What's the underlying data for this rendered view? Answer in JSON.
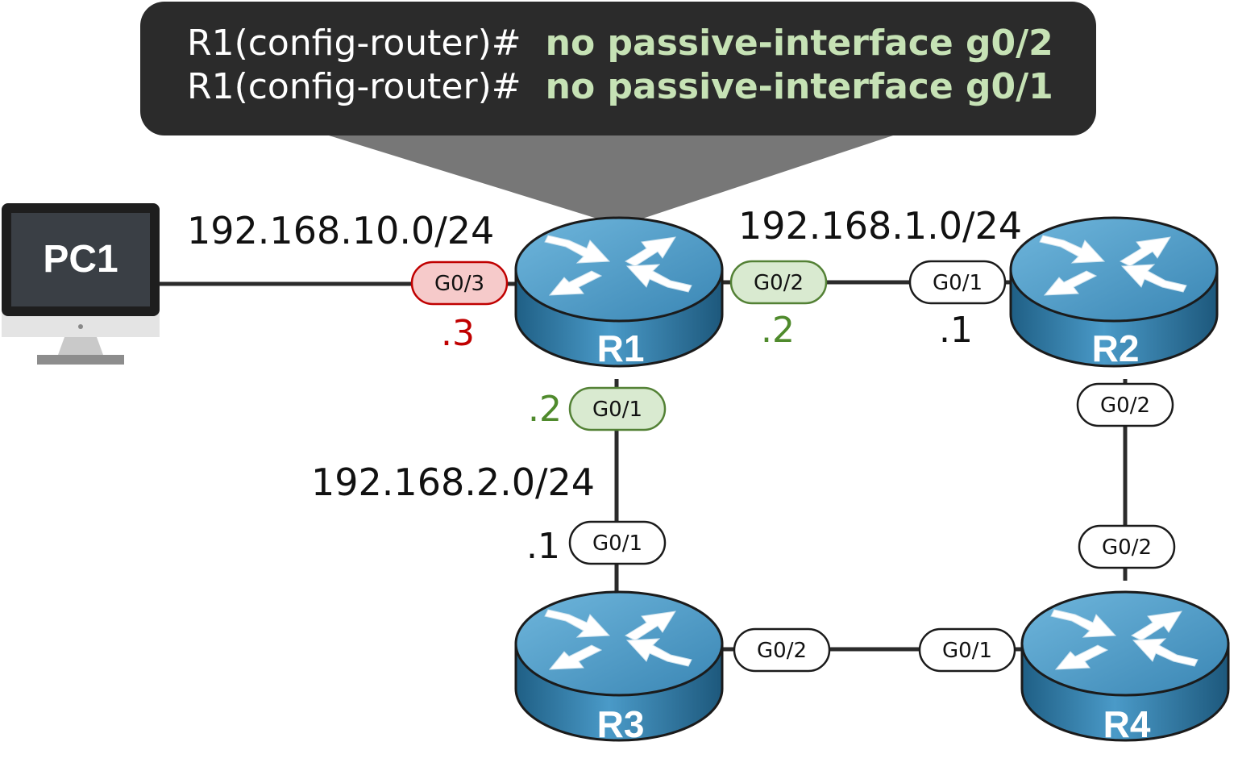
{
  "command_box": {
    "line1_prefix": "R1(config-router)#",
    "line1_command": "no passive-interface g0/2",
    "line2_prefix": "R1(config-router)#",
    "line2_command": "no passive-interface g0/1"
  },
  "pc": {
    "label": "PC1"
  },
  "routers": {
    "r1": "R1",
    "r2": "R2",
    "r3": "R3",
    "r4": "R4"
  },
  "networks": {
    "pc_r1": "192.168.10.0/24",
    "r1_r2": "192.168.1.0/24",
    "r1_r3": "192.168.2.0/24"
  },
  "interfaces": {
    "r1_g03": "G0/3",
    "r1_g02": "G0/2",
    "r1_g01": "G0/1",
    "r2_g01": "G0/1",
    "r2_g02": "G0/2",
    "r3_g01": "G0/1",
    "r3_g02": "G0/2",
    "r4_g02": "G0/2",
    "r4_g01": "G0/1"
  },
  "ips": {
    "r1_g03": ".3",
    "r1_g02": ".2",
    "r1_g01": ".2",
    "r2_g01": ".1",
    "r3_g01": ".1"
  },
  "colors": {
    "passive_fill": "#f6caca",
    "passive_stroke": "#c00000",
    "passive_text": "#c00000",
    "active_fill": "#d9ead0",
    "active_stroke": "#538135",
    "active_text": "#4f8a2c",
    "command_bg": "#2b2b2b",
    "command_highlight": "#c6e2b5",
    "router_blue": "#3f8db8"
  },
  "icons": {
    "router": "router-icon",
    "pc": "desktop-computer-icon"
  }
}
